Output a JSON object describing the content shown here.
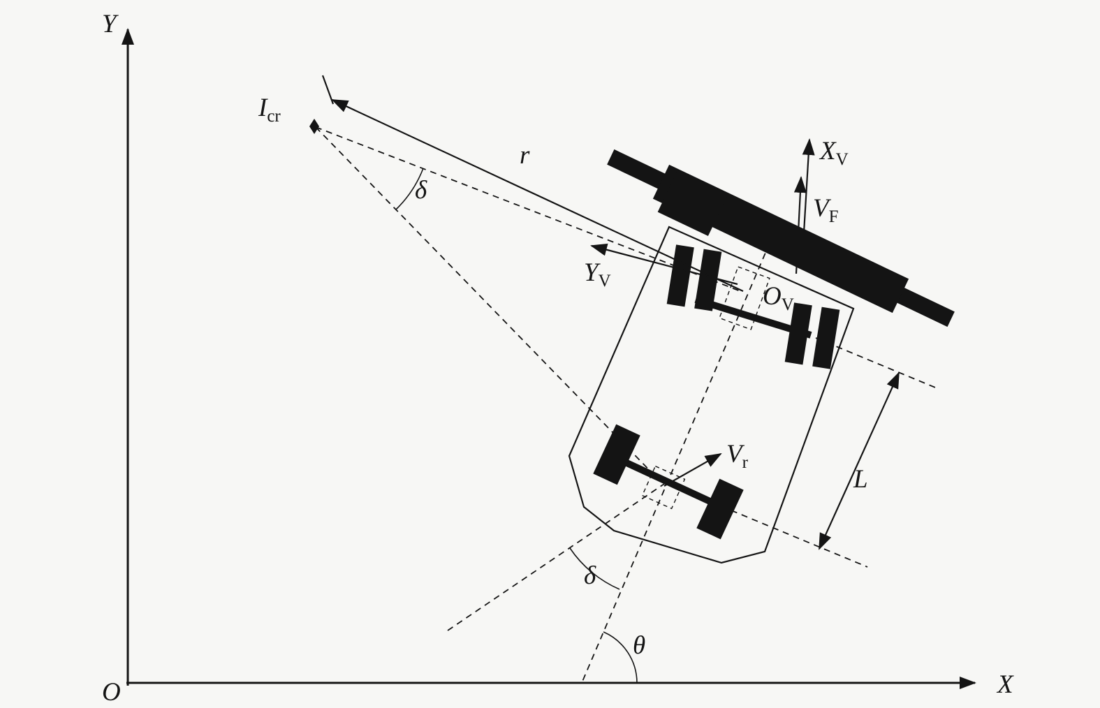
{
  "meta": {
    "background": "#f7f7f5",
    "ink": "#141414",
    "figure_type": "vehicle-steering-kinematics-diagram"
  },
  "axes": {
    "y": "Y",
    "x": "X",
    "origin": "O"
  },
  "labels": {
    "icr": {
      "main": "I",
      "sub": "cr"
    },
    "turn_radius": "r",
    "delta_at_icr": "δ",
    "delta_steering": "δ",
    "theta": "θ",
    "y_vehicle": {
      "main": "Y",
      "sub": "V"
    },
    "x_vehicle": {
      "main": "X",
      "sub": "V"
    },
    "front_velocity": {
      "main": "V",
      "sub": "F"
    },
    "vehicle_origin": {
      "main": "O",
      "sub": "V"
    },
    "rear_velocity": {
      "main": "V",
      "sub": "r"
    },
    "wheelbase": "L"
  }
}
